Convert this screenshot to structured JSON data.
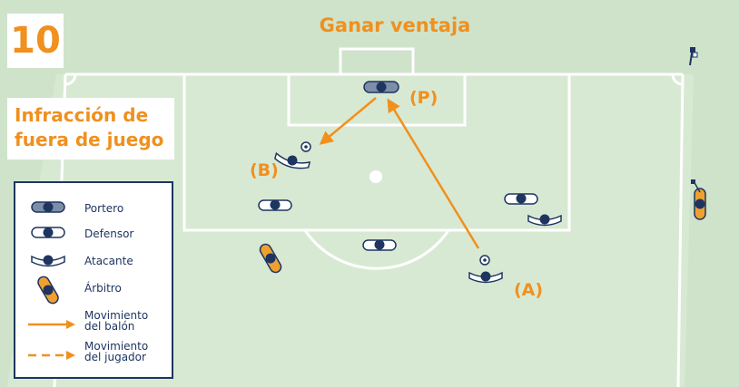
{
  "page": {
    "number": "10",
    "title": "Ganar ventaja",
    "subtitle_line1": "Infracción de",
    "subtitle_line2": "fuera de juego"
  },
  "labels": {
    "p": "(P)",
    "b": "(B)",
    "a": "(A)"
  },
  "legend": {
    "goalkeeper": "Portero",
    "defender": "Defensor",
    "attacker": "Atacante",
    "referee": "Árbitro",
    "ball_move_1": "Movimiento",
    "ball_move_2": "del balón",
    "player_move_1": "Movimiento",
    "player_move_2": "del jugador"
  },
  "colors": {
    "navy": "#1e3560",
    "orange": "#f0901e",
    "pitch": "#d8e9d3",
    "grass": "#cfe3cb"
  }
}
